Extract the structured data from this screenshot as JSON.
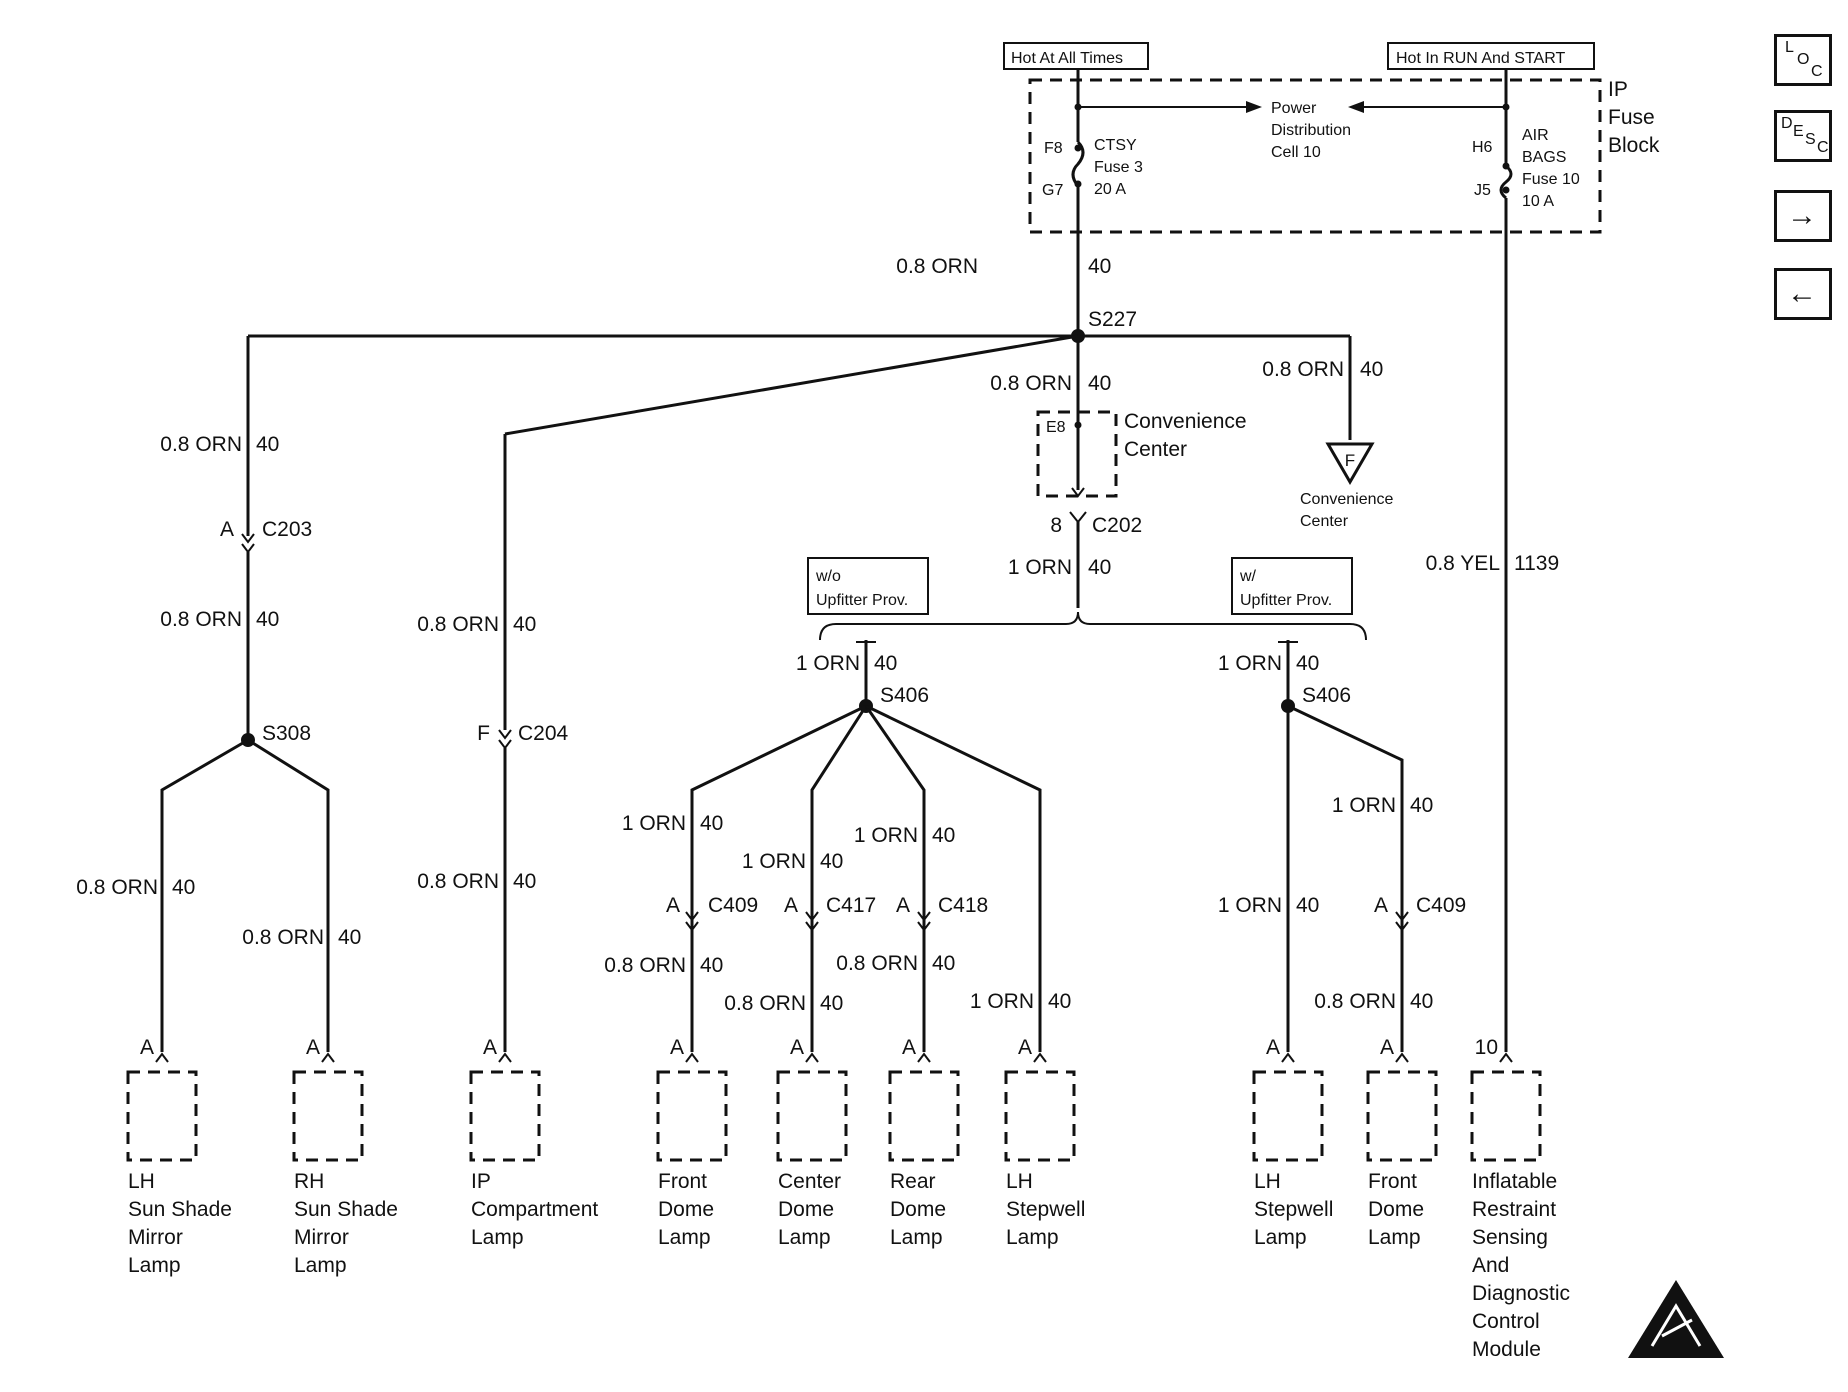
{
  "power": {
    "hot_all_times": "Hot At All Times",
    "hot_run_start": "Hot In RUN And START",
    "fuse_block": [
      "IP",
      "Fuse",
      "Block"
    ],
    "pdc": [
      "Power",
      "Distribution",
      "Cell 10"
    ],
    "f8": "F8",
    "g7": "G7",
    "ctsy": [
      "CTSY",
      "Fuse 3",
      "20 A"
    ],
    "h6": "H6",
    "j5": "J5",
    "airbags": [
      "AIR",
      "BAGS",
      "Fuse 10",
      "10 A"
    ]
  },
  "wires": {
    "w_main": "0.8 ORN",
    "c_main": "40",
    "s227": "S227",
    "w_cc": "0.8 ORN",
    "c_cc": "40",
    "w_f": "0.8 ORN",
    "c_f": "40",
    "w_left": "0.8 ORN",
    "c_left": "40",
    "w_left2": "0.8 ORN",
    "c_left2": "40",
    "w_ip": "0.8 ORN",
    "c_ip": "40",
    "w_ip2": "0.8 ORN",
    "c_ip2": "40",
    "w_c202": "1 ORN",
    "c_c202": "40",
    "w_yel": "0.8 YEL",
    "c_yel": "1139",
    "w_lh_sun": "0.8 ORN",
    "c_lh_sun": "40",
    "w_rh_sun": "0.8 ORN",
    "c_rh_sun": "40",
    "w_s406a": "1 ORN",
    "c_s406a": "40",
    "w_s406b": "1 ORN",
    "c_s406b": "40",
    "w_fd1": "1 ORN",
    "c_fd1": "40",
    "w_cd1": "1 ORN",
    "c_cd1": "40",
    "w_rd1": "1 ORN",
    "c_rd1": "40",
    "w_fd2": "0.8 ORN",
    "c_fd2": "40",
    "w_cd2": "0.8 ORN",
    "c_cd2": "40",
    "w_rd2": "0.8 ORN",
    "c_rd2": "40",
    "w_lhs": "1 ORN",
    "c_lhs": "40",
    "w_lhs2": "1 ORN",
    "c_lhs2": "40",
    "w_fd3": "1 ORN",
    "c_fd3": "40",
    "w_fd4": "0.8 ORN",
    "c_fd4": "40"
  },
  "splices": {
    "s308": "S308",
    "s406a": "S406",
    "s406b": "S406"
  },
  "connectors": {
    "c203": "C203",
    "c203_pin": "A",
    "c204": "C204",
    "c204_pin": "F",
    "c202": "C202",
    "c202_pin": "8",
    "e8": "E8",
    "c409a": "C409",
    "c409a_pin": "A",
    "c417": "C417",
    "c417_pin": "A",
    "c418": "C418",
    "c418_pin": "A",
    "c409b": "C409",
    "c409b_pin": "A",
    "f_pin": "F"
  },
  "convenience_center": [
    "Convenience",
    "Center"
  ],
  "convenience_center_small": [
    "Convenience",
    "Center"
  ],
  "options": {
    "wo": [
      "w/o",
      "Upfitter Prov."
    ],
    "w": [
      "w/",
      "Upfitter Prov."
    ]
  },
  "components": [
    {
      "pin": "A",
      "lines": [
        "LH",
        "Sun Shade",
        "Mirror",
        "Lamp"
      ]
    },
    {
      "pin": "A",
      "lines": [
        "RH",
        "Sun Shade",
        "Mirror",
        "Lamp"
      ]
    },
    {
      "pin": "A",
      "lines": [
        "IP",
        "Compartment",
        "Lamp"
      ]
    },
    {
      "pin": "A",
      "lines": [
        "Front",
        "Dome",
        "Lamp"
      ]
    },
    {
      "pin": "A",
      "lines": [
        "Center",
        "Dome",
        "Lamp"
      ]
    },
    {
      "pin": "A",
      "lines": [
        "Rear",
        "Dome",
        "Lamp"
      ]
    },
    {
      "pin": "A",
      "lines": [
        "LH",
        "Stepwell",
        "Lamp"
      ]
    },
    {
      "pin": "A",
      "lines": [
        "LH",
        "Stepwell",
        "Lamp"
      ]
    },
    {
      "pin": "A",
      "lines": [
        "Front",
        "Dome",
        "Lamp"
      ]
    },
    {
      "pin": "10",
      "lines": [
        "Inflatable",
        "Restraint",
        "Sensing",
        "And",
        "Diagnostic",
        "Control",
        "Module"
      ]
    }
  ],
  "nav": {
    "loc": [
      "L",
      "O",
      "C"
    ],
    "desc": [
      "D",
      "E",
      "S",
      "C"
    ],
    "next": "→",
    "prev": "←"
  }
}
